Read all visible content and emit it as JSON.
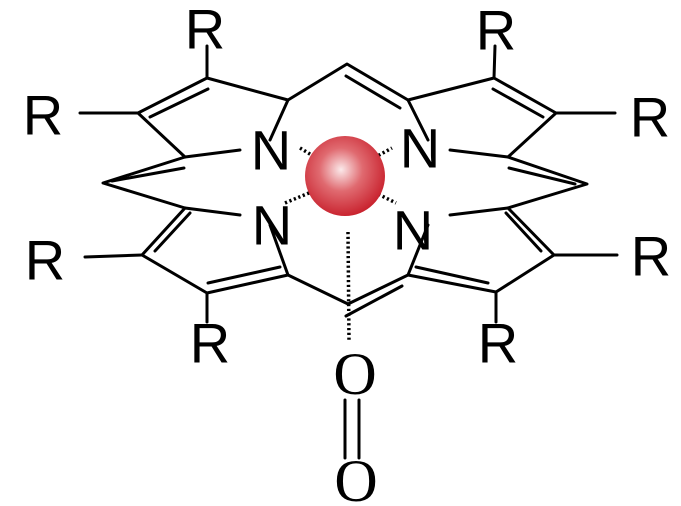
{
  "diagram": {
    "metal_color": "#c8202c",
    "atoms": {
      "substituent": "R",
      "nitrogen": "N",
      "oxygen": "O"
    }
  }
}
